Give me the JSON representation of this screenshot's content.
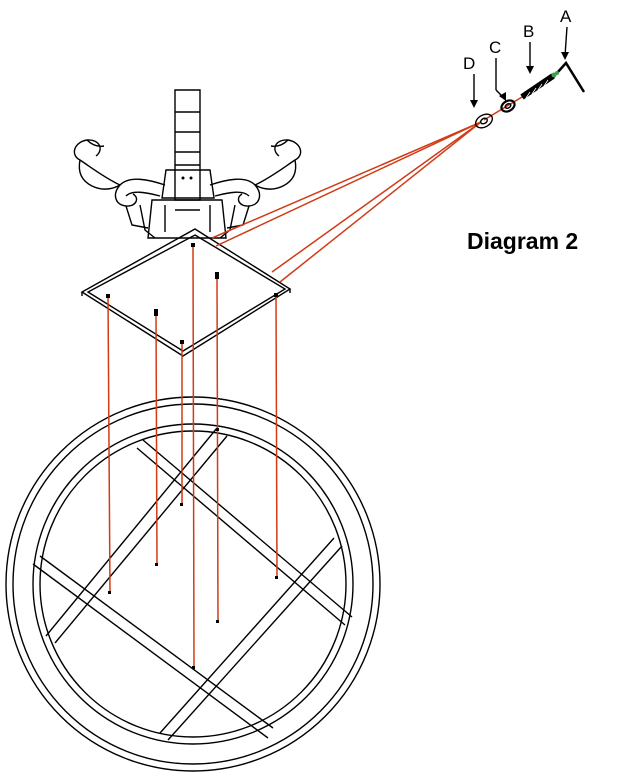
{
  "title": "Diagram 2",
  "parts": [
    {
      "id": "A",
      "label": "A"
    },
    {
      "id": "B",
      "label": "B"
    },
    {
      "id": "C",
      "label": "C"
    },
    {
      "id": "D",
      "label": "D"
    }
  ],
  "colors": {
    "line": "#000000",
    "assembly_guide": "#d13b16",
    "background": "#ffffff"
  }
}
